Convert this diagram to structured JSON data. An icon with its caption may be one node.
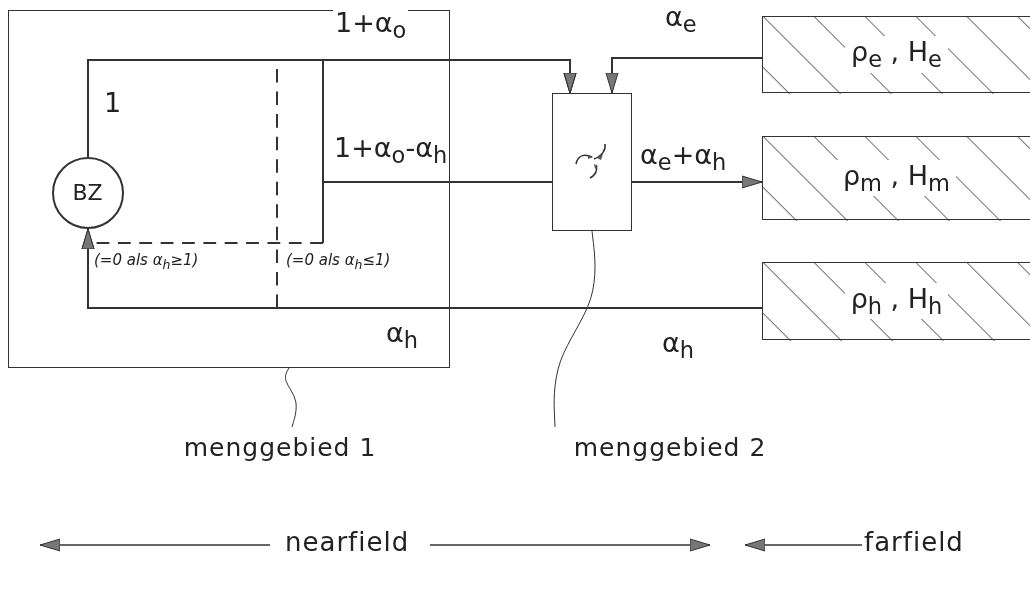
{
  "diagram": {
    "nodes": [
      {
        "text": [],
        "shape": "box"
      },
      {
        "text": [
          "BZ"
        ],
        "in": 0
      },
      {
        "text": [],
        "shape": "box"
      },
      {
        "text": [
          "ρ$_{e}$ , H$_{e}$"
        ]
      },
      {
        "text": [
          "ρ$_{m}$ , H$_{m}$"
        ]
      },
      {
        "text": [
          "ρ$_{h}$ , H$_{h}$"
        ]
      },
      {
        "text": [
          "menggebied 1"
        ]
      },
      {
        "text": [
          "menggebied 2"
        ]
      }
    ],
    "edges": [
      {
        "from": 1,
        "to": 2,
        "arrow": "to",
        "label": "1"
      },
      {
        "from": 3,
        "to": 2,
        "arrow": "to",
        "label": "α$_{e}$"
      },
      {
        "from": 2,
        "to": 4,
        "arrow": "to",
        "label": "α$_{e}$+α$_{h}$"
      },
      {
        "from": 2,
        "to": 1,
        "arrow": "to",
        "style": "dashed",
        "label": "(=0 als α$_{h}$≥1)"
      },
      {
        "from": 2,
        "to": 2,
        "arrow": "to",
        "label": "1+α$_{o}$-α$_{h}$"
      },
      {
        "from": 5,
        "to": 1,
        "arrow": "to",
        "label": "α$_{h}$"
      },
      {
        "from": 5,
        "to": 2,
        "arrow": "to",
        "style": "dashed",
        "label": "(=0 als α$_{h}$≤1)"
      },
      {
        "from": 6,
        "to": 0,
        "arrow": "none"
      },
      {
        "from": 7,
        "to": 2,
        "arrow": "none"
      }
    ],
    "labels": [
      "1+α$_{o}$",
      "α$_{h}$",
      "nearfield",
      "farfield"
    ]
  }
}
